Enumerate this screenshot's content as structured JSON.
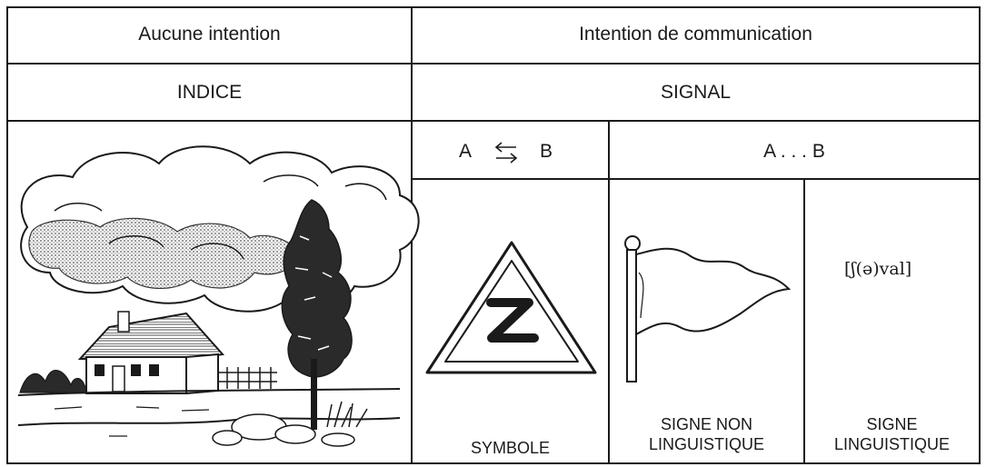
{
  "headers": {
    "no_intention": "Aucune intention",
    "communication_intention": "Intention de communication"
  },
  "categories": {
    "clue": "INDICE",
    "signal": "SIGNAL"
  },
  "relations": {
    "reciprocal_a": "A",
    "reciprocal_b": "B",
    "reciprocal_arrows": "⇆",
    "one_way": "A . . . B"
  },
  "examples": {
    "phonetic": "[ʃ(ə)val]"
  },
  "labels": {
    "symbol": "SYMBOLE",
    "non_linguistic_line1": "SIGNE NON",
    "non_linguistic_line2": "LINGUISTIQUE",
    "linguistic_line1": "SIGNE",
    "linguistic_line2": "LINGUISTIQUE"
  },
  "colors": {
    "line": "#1a1a1a",
    "background": "#ffffff"
  }
}
